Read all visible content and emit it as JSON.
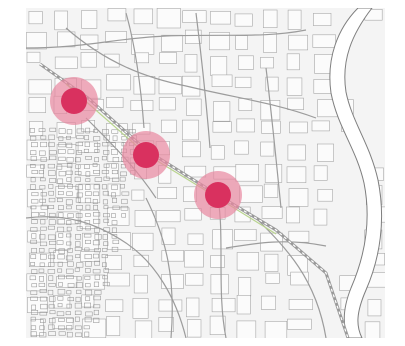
{
  "map": {
    "style": "grayscale line-drawing city map",
    "colors": {
      "land": "#f4f4f4",
      "block_fill": "#fbfbfb",
      "line": "#a8a8a8",
      "dense_line": "#8c8c8c",
      "river_fill": "#ffffff",
      "rail": "#9a9a9a",
      "green_line": "#b9d48e",
      "marker_fill": "#d9315f",
      "marker_halo": "#e8879f"
    },
    "icons": [
      "station-marker-icon"
    ],
    "markers": [
      {
        "id": "station-1",
        "shape": "circle"
      },
      {
        "id": "station-2",
        "shape": "circle"
      },
      {
        "id": "station-3",
        "shape": "circle"
      }
    ]
  }
}
